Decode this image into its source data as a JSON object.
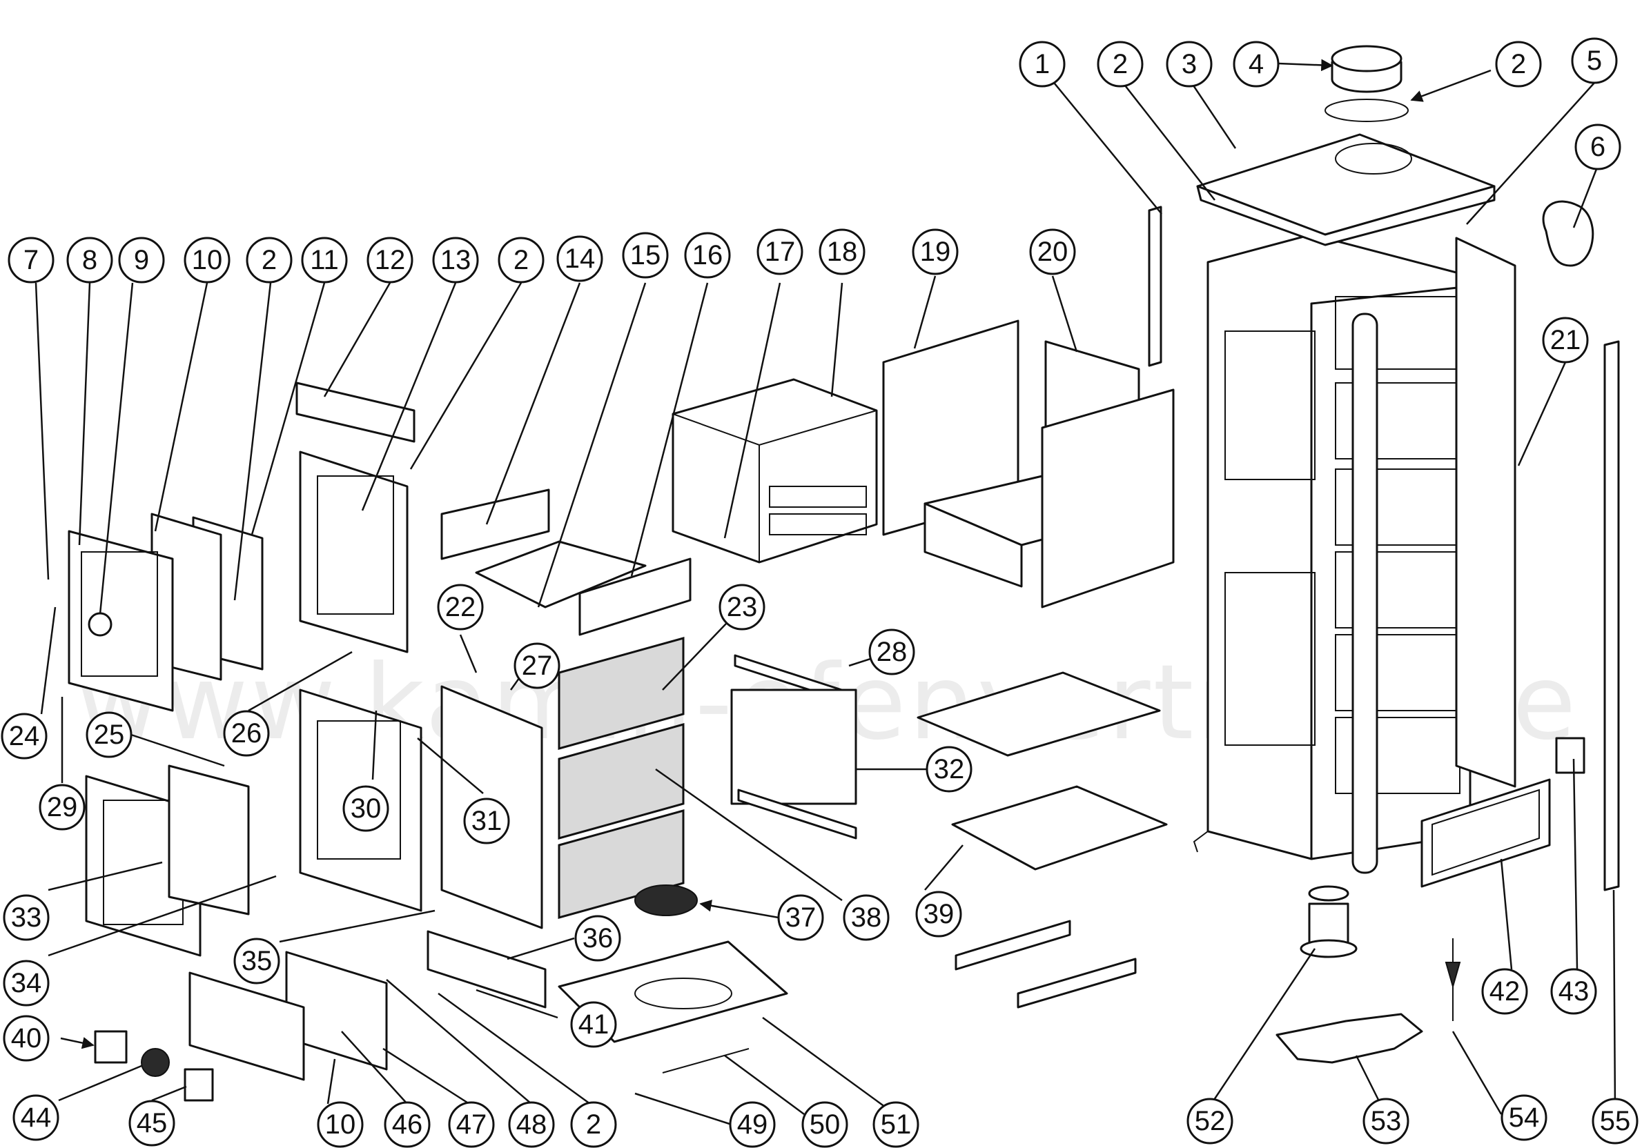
{
  "watermark": "www.kamin-ofenvertrieb.de",
  "callouts": [
    "1",
    "2",
    "3",
    "4",
    "2",
    "5",
    "6",
    "7",
    "8",
    "9",
    "10",
    "2",
    "11",
    "12",
    "13",
    "2",
    "14",
    "15",
    "16",
    "17",
    "18",
    "19",
    "20",
    "21",
    "22",
    "23",
    "24",
    "25",
    "26",
    "27",
    "28",
    "29",
    "30",
    "31",
    "32",
    "33",
    "34",
    "35",
    "36",
    "37",
    "38",
    "39",
    "40",
    "41",
    "42",
    "43",
    "44",
    "45",
    "10",
    "46",
    "47",
    "48",
    "2",
    "49",
    "50",
    "51",
    "52",
    "53",
    "54",
    "55"
  ]
}
